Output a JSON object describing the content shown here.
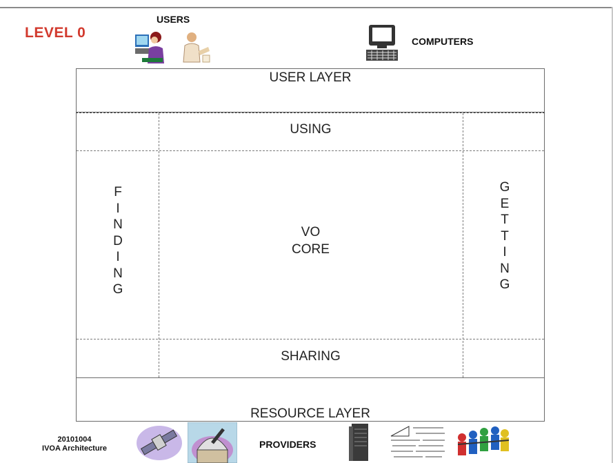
{
  "title": "LEVEL 0",
  "users": {
    "label": "USERS"
  },
  "computers": {
    "label": "COMPUTERS"
  },
  "providers": {
    "label": "PROVIDERS"
  },
  "footer": {
    "date": "20101004",
    "caption": "IVOA Architecture"
  },
  "layers": {
    "user_layer": "USER LAYER",
    "resource_layer": "RESOURCE LAYER"
  },
  "core": {
    "using": "USING",
    "sharing": "SHARING",
    "finding": "F\nI\nN\nD\nI\nN\nG",
    "getting": "G\nE\nT\nT\nI\nN\nG",
    "vo_core": "VO\nCORE"
  },
  "colors": {
    "title": "#d23a2e",
    "border": "#6a6a6a"
  },
  "icons": [
    "user-at-computer-icon",
    "scientist-icon",
    "computer-icon",
    "satellite-icon",
    "observatory-icon",
    "server-icon",
    "equations-icon",
    "people-network-icon"
  ]
}
